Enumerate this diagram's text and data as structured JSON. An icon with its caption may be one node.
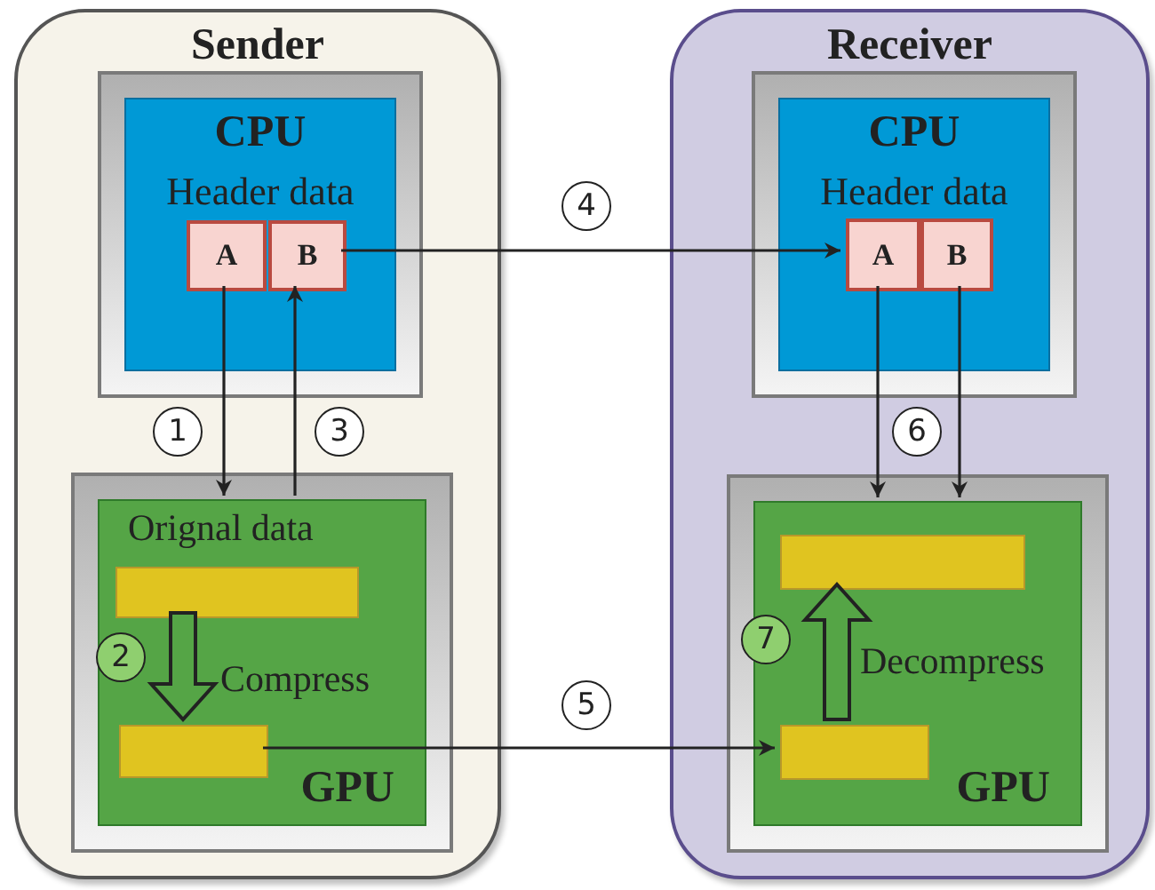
{
  "diagram": {
    "nodes": [
      {
        "text": [
          "Sender"
        ]
      },
      {
        "text": [
          "CPU",
          "Header data"
        ],
        "in": 0
      },
      {
        "text": [
          "A"
        ],
        "in": 1
      },
      {
        "text": [
          "B"
        ],
        "in": 1
      },
      {
        "text": [
          "GPU"
        ],
        "in": 0
      },
      {
        "text": [],
        "shape": "bar",
        "in": 4,
        "beside": [
          "Orignal data"
        ]
      },
      {
        "text": [],
        "shape": "bar",
        "in": 4
      },
      {
        "text": [
          "Receiver"
        ]
      },
      {
        "text": [
          "CPU",
          "Header data"
        ],
        "in": 7
      },
      {
        "text": [
          "A"
        ],
        "in": 8
      },
      {
        "text": [
          "B"
        ],
        "in": 8
      },
      {
        "text": [
          "GPU"
        ],
        "in": 7
      },
      {
        "text": [],
        "shape": "bar",
        "in": 11
      },
      {
        "text": [],
        "shape": "bar",
        "in": 11
      }
    ],
    "edges": [
      {
        "from": 2,
        "to": 4,
        "arrow": "to",
        "label": "1"
      },
      {
        "from": 4,
        "to": 3,
        "arrow": "to",
        "label": "3"
      },
      {
        "from": 3,
        "to": 9,
        "arrow": "to",
        "label": "4"
      },
      {
        "from": 5,
        "to": 6,
        "arrow": "to",
        "label": "2",
        "style": "thick"
      },
      {
        "from": 6,
        "to": 13,
        "arrow": "to",
        "label": "5"
      },
      {
        "from": 9,
        "to": 11,
        "arrow": "to",
        "label": "6"
      },
      {
        "from": 10,
        "to": 11,
        "arrow": "to"
      },
      {
        "from": 13,
        "to": 12,
        "arrow": "to",
        "label": "7",
        "style": "thick"
      }
    ],
    "labels": [
      "Compress",
      "Decompress"
    ]
  }
}
